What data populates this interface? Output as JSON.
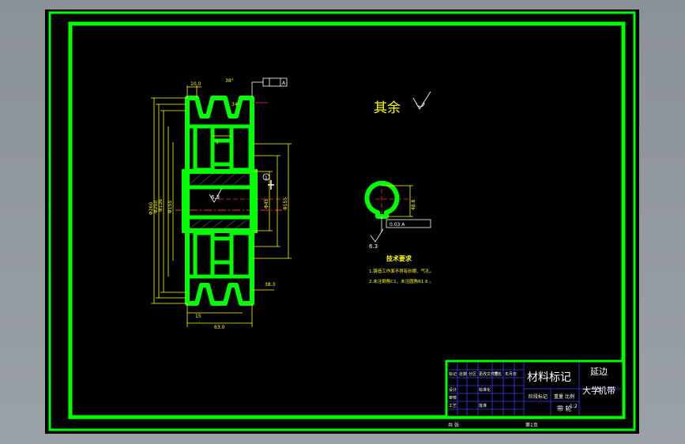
{
  "colors": {
    "background": "#8d949a",
    "sheet": "#000000",
    "frame": "#00ff00",
    "dimension": "#ffff00",
    "center_line": "#ff3030",
    "annotation": "#ffffff"
  },
  "drawing": {
    "remaining_finish_label": "其余",
    "roughness_main": "6.3",
    "roughness_keyway": "6.3",
    "datum_label": "A",
    "tech_req": {
      "title": "技术要求",
      "items": [
        "1.铸造工作面不得有砂眼、气孔。",
        "2.未注倒角C1，未注圆角R1.6 。"
      ]
    },
    "dims": {
      "groove_width": "10.0",
      "groove_angle": "38°",
      "groove_angle_2": "34°",
      "hub_bore": "Φ45",
      "inner_od": "Φ136",
      "pitch_d": "Φ250",
      "outer_d": "Φ260",
      "web_d": "Φ155",
      "overall_width": "63.0",
      "groove_pitch": "15",
      "rim_offset": "38.3",
      "key_depth": "48.8",
      "key_tol": "0.03 A",
      "hub_mark": "1"
    }
  },
  "title_block": {
    "material_mark": "材料标记",
    "school": "延边",
    "subtitle": "大学",
    "part_name": "带 轮",
    "machine_name": "机带",
    "row_labels": [
      "标记",
      "处数",
      "分区",
      "更改文件号",
      "签名",
      "年月日"
    ],
    "row_labels_2": [
      "设计",
      "标准化",
      "审核",
      "工艺",
      "批准"
    ],
    "col_headers": [
      "阶段标记",
      "重量",
      "比例"
    ],
    "scale": "1:2",
    "sheet_count": "共 张",
    "sheet_no": "第1页"
  }
}
